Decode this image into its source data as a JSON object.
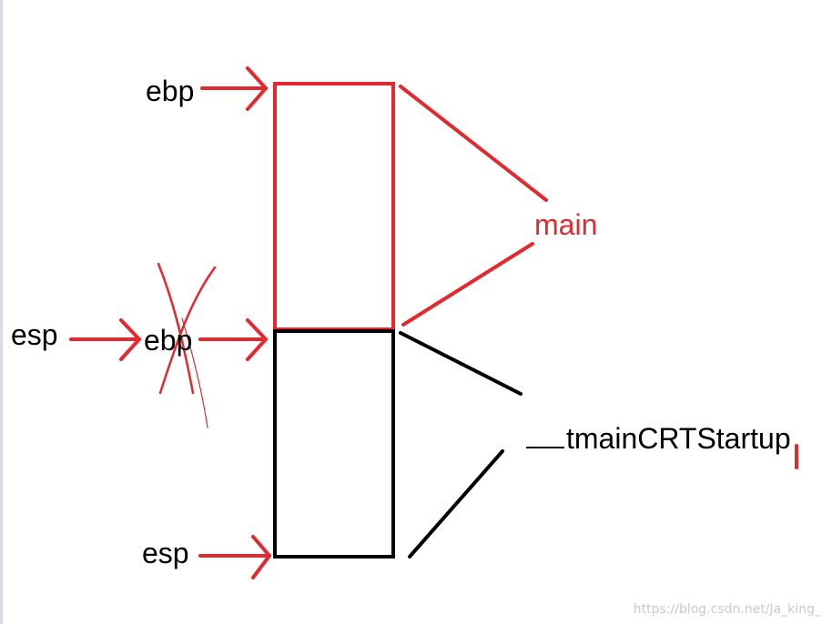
{
  "labels": {
    "ebp_top": "ebp",
    "esp_left": "esp",
    "ebp_crossed": "ebp",
    "esp_bottom": "esp",
    "main_frame": "main",
    "tmain_frame": "tmainCRTStartup"
  },
  "watermark": "https://blog.csdn.net/Ja_king_",
  "colors": {
    "red": "#e5282e",
    "black": "#000000",
    "background": "#ffffff"
  }
}
